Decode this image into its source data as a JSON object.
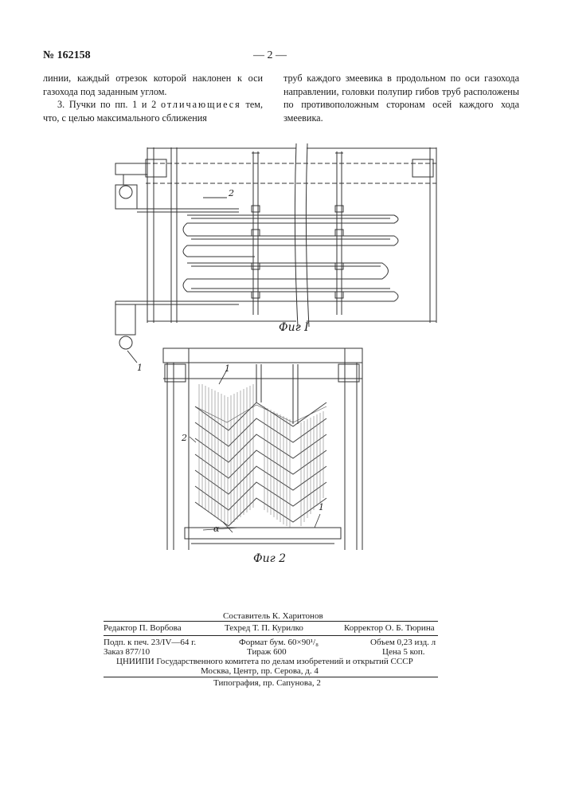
{
  "header": {
    "patent_number": "№ 162158",
    "page_marker": "— 2 —"
  },
  "columns": {
    "left": {
      "para1": "линии, каждый отрезок которой наклонен к оси газохода под заданным углом.",
      "para2_start": "3. Пучки по пп. 1 и 2",
      "para2_spaced": "отличающиеся",
      "para2_end": "тем, что, с целью максимального сближения"
    },
    "right": {
      "para1": "труб каждого змеевика в продольном по оси газохода направлении, головки полупир гибов труб расположены по противоположным сторонам осей каждого хода змеевика."
    }
  },
  "figures": {
    "fig1": {
      "label": "Фиг I",
      "callouts": [
        "2",
        "1"
      ]
    },
    "fig2": {
      "label": "Фиг 2",
      "callouts": [
        "1",
        "2",
        "1"
      ],
      "angle_symbol": "α"
    }
  },
  "footer": {
    "compiler": "Составитель К. Харитонов",
    "editor": "Редактор П. Ворбова",
    "techred": "Техред Т. П. Курилко",
    "corrector": "Корректор О. Б. Тюрина",
    "print_line1_left": "Подп. к печ. 23/IV—64 г.",
    "print_line1_mid": "Формат бум. 60×90¹/₈",
    "print_line1_right": "Объем 0,23 изд. л",
    "print_line2_left": "Заказ 877/10",
    "print_line2_mid": "Тираж 600",
    "print_line2_right": "Цена 5 коп.",
    "org_line1": "ЦНИИПИ Государственного комитета по делам изобретений и открытий СССР",
    "org_line2": "Москва, Центр, пр. Серова, д. 4",
    "typography": "Типография, пр. Сапунова, 2"
  }
}
